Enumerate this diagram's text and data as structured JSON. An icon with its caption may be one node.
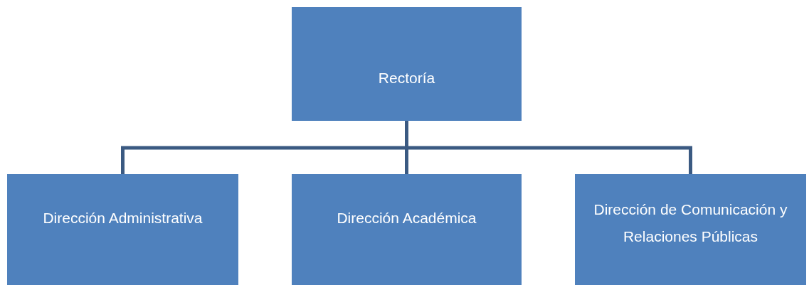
{
  "diagram": {
    "nodes": [
      {
        "text": [
          "Rectoría"
        ]
      },
      {
        "text": [
          "Dirección Administrativa"
        ]
      },
      {
        "text": [
          "Dirección Académica"
        ]
      },
      {
        "text": [
          "Dirección de Comunicación y Relaciones Públicas"
        ]
      }
    ],
    "edges": [
      {
        "from": 0,
        "to": 1,
        "arrow": "none"
      },
      {
        "from": 0,
        "to": 2,
        "arrow": "none"
      },
      {
        "from": 0,
        "to": 3,
        "arrow": "none"
      }
    ]
  }
}
